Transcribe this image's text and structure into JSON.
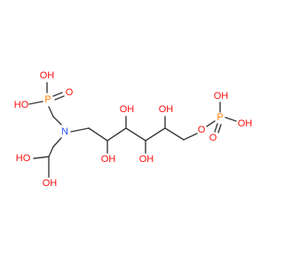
{
  "molecule": {
    "atoms": [
      {
        "id": "o_p1_top",
        "label": "OH",
        "color": "#ff0d0d"
      },
      {
        "id": "o_p1_left",
        "label": "HO",
        "color": "#ff0d0d"
      },
      {
        "id": "p1",
        "label": "P",
        "color": "#ff8000"
      },
      {
        "id": "o_p1_dbl",
        "label": "O",
        "color": "#ff0d0d"
      },
      {
        "id": "n1",
        "label": "N",
        "color": "#3050f8"
      },
      {
        "id": "o_gem1",
        "label": "HO",
        "color": "#ff0d0d"
      },
      {
        "id": "o_gem2",
        "label": "OH",
        "color": "#ff0d0d"
      },
      {
        "id": "o_c2",
        "label": "OH",
        "color": "#ff0d0d"
      },
      {
        "id": "o_c3",
        "label": "OH",
        "color": "#ff0d0d"
      },
      {
        "id": "o_c4",
        "label": "OH",
        "color": "#ff0d0d"
      },
      {
        "id": "o_c5",
        "label": "OH",
        "color": "#ff0d0d"
      },
      {
        "id": "o_link",
        "label": "O",
        "color": "#ff0d0d"
      },
      {
        "id": "p2",
        "label": "P",
        "color": "#ff8000"
      },
      {
        "id": "o_p2_top",
        "label": "OH",
        "color": "#ff0d0d"
      },
      {
        "id": "o_p2_right",
        "label": "OH",
        "color": "#ff0d0d"
      },
      {
        "id": "o_p2_dbl",
        "label": "O",
        "color": "#ff0d0d"
      }
    ],
    "bond_color": "#3a3a3a"
  }
}
